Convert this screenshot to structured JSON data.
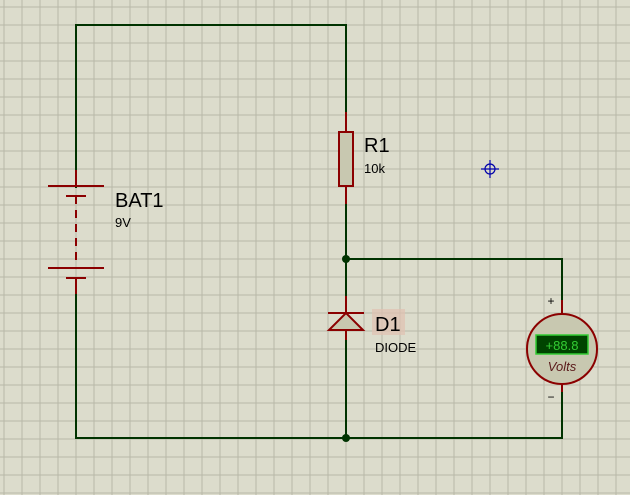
{
  "schematic": {
    "components": {
      "battery": {
        "ref": "BAT1",
        "value": "9V"
      },
      "resistor": {
        "ref": "R1",
        "value": "10k"
      },
      "diode": {
        "ref": "D1",
        "value": "DIODE"
      },
      "voltmeter": {
        "display": "+88.8",
        "unit": "Volts",
        "plus": "+",
        "minus": "−"
      }
    },
    "colors": {
      "background": "#dcdccc",
      "grid": "#b8b8a8",
      "wire": "#003300",
      "component": "#8b0000",
      "body_fill": "#c8c8b0",
      "display_bg": "#004400",
      "display_text": "#33cc33",
      "cursor": "#0000aa"
    }
  }
}
